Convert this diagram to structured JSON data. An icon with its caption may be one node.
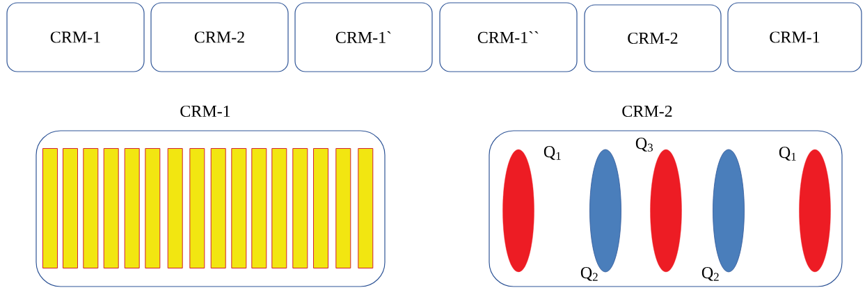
{
  "diagram": {
    "nodes": [
      {
        "text": [
          "CRM-1"
        ]
      },
      {
        "text": [
          "CRM-2"
        ]
      },
      {
        "text": [
          "CRM-1`"
        ]
      },
      {
        "text": [
          "CRM-1``"
        ]
      },
      {
        "text": [
          "CRM-2"
        ]
      },
      {
        "text": [
          "CRM-1"
        ]
      },
      {
        "text": [
          "CRM-1"
        ]
      },
      {
        "text": [],
        "shape": "bar",
        "in": 6
      },
      {
        "text": [],
        "shape": "bar",
        "in": 6
      },
      {
        "text": [],
        "shape": "bar",
        "in": 6
      },
      {
        "text": [],
        "shape": "bar",
        "in": 6
      },
      {
        "text": [],
        "shape": "bar",
        "in": 6
      },
      {
        "text": [],
        "shape": "bar",
        "in": 6
      },
      {
        "text": [],
        "shape": "bar",
        "in": 6
      },
      {
        "text": [],
        "shape": "bar",
        "in": 6
      },
      {
        "text": [],
        "shape": "bar",
        "in": 6
      },
      {
        "text": [],
        "shape": "bar",
        "in": 6
      },
      {
        "text": [],
        "shape": "bar",
        "in": 6
      },
      {
        "text": [],
        "shape": "bar",
        "in": 6
      },
      {
        "text": [],
        "shape": "bar",
        "in": 6
      },
      {
        "text": [],
        "shape": "bar",
        "in": 6
      },
      {
        "text": [],
        "shape": "bar",
        "in": 6
      },
      {
        "text": [],
        "shape": "bar",
        "in": 6
      },
      {
        "text": [
          "CRM-2"
        ]
      },
      {
        "text": [],
        "shape": "ellipse",
        "in": 23
      },
      {
        "text": [],
        "shape": "ellipse",
        "in": 23
      },
      {
        "text": [],
        "shape": "ellipse",
        "in": 23
      },
      {
        "text": [],
        "shape": "ellipse",
        "in": 23
      },
      {
        "text": [],
        "shape": "ellipse",
        "in": 23
      }
    ],
    "labels": [
      "Q$_{3}$",
      "Q$_{1}$",
      "Q$_{1}$",
      "Q$_{2}$",
      "Q$_{2}$"
    ]
  }
}
